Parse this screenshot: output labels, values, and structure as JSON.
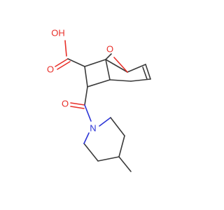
{
  "molecule": {
    "atom_labels": {
      "hydroxyl": "OH",
      "acid_carbonyl_oxygen": "O",
      "bridge_oxygen": "O",
      "amide_oxygen": "O",
      "amide_nitrogen": "N"
    },
    "colors": {
      "bond": "#3a3a3a",
      "oxygen": "#e8302a",
      "nitrogen": "#2b34d6"
    }
  }
}
